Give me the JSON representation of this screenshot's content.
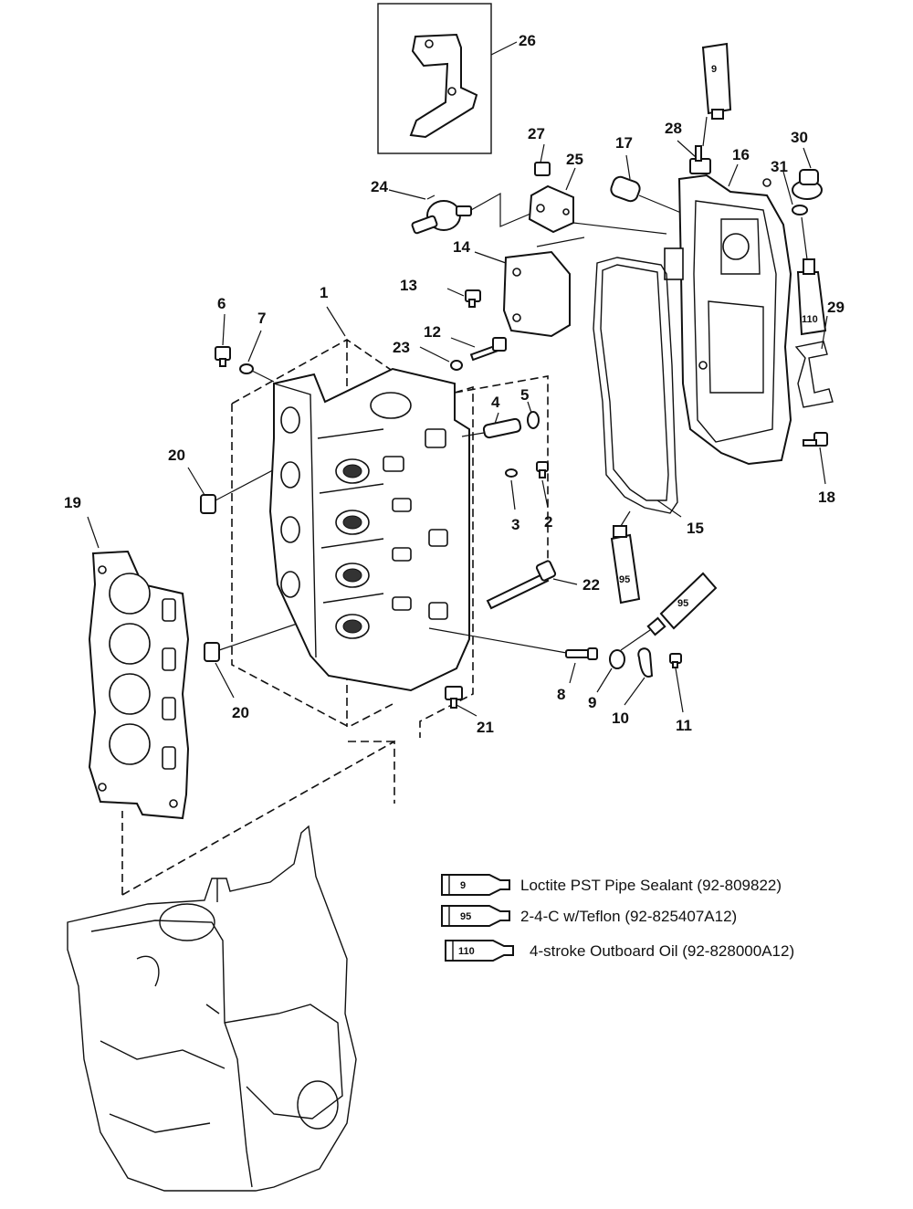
{
  "callouts": {
    "c1": "1",
    "c2": "2",
    "c3": "3",
    "c4": "4",
    "c5": "5",
    "c6": "6",
    "c7": "7",
    "c8": "8",
    "c9": "9",
    "c10": "10",
    "c11": "11",
    "c12": "12",
    "c13": "13",
    "c14": "14",
    "c15": "15",
    "c16": "16",
    "c17": "17",
    "c18": "18",
    "c19": "19",
    "c20a": "20",
    "c20b": "20",
    "c21": "21",
    "c22": "22",
    "c23": "23",
    "c24": "24",
    "c25": "25",
    "c26": "26",
    "c27": "27",
    "c28": "28",
    "c29": "29",
    "c30": "30",
    "c31": "31"
  },
  "tube_labels": {
    "tube_9": "9",
    "tube_110": "110",
    "tube_95_left": "95",
    "tube_95_right": "95"
  },
  "legend": [
    {
      "code": "9",
      "text": "Loctite PST Pipe Sealant (92-809822)"
    },
    {
      "code": "95",
      "text": "2-4-C w/Teflon (92-825407A12)"
    },
    {
      "code": "110",
      "text": "4-stroke Outboard Oil (92-828000A12)"
    }
  ]
}
